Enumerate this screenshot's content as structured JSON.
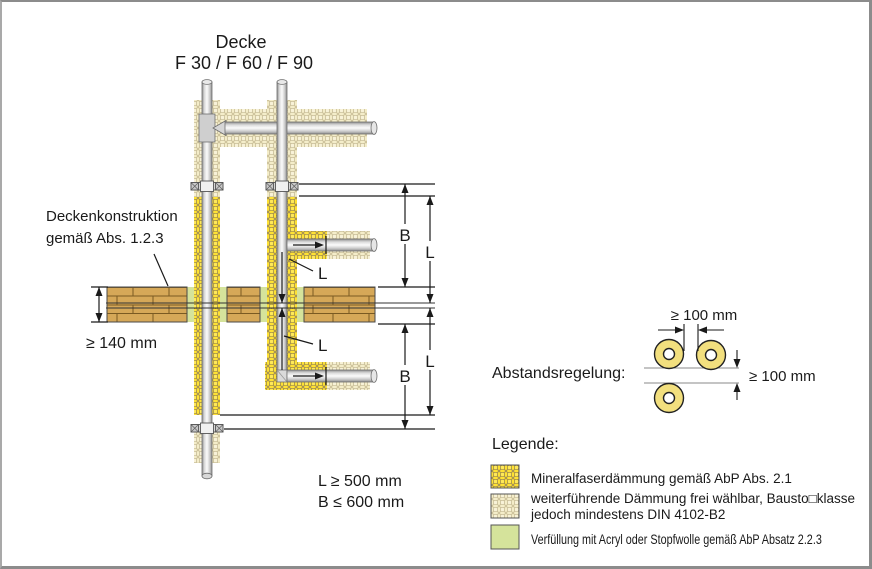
{
  "title": {
    "line1": "Decke",
    "line2": "F 30 / F 60 / F 90"
  },
  "labels": {
    "deckenkonstruktion_line1": "Deckenkonstruktion",
    "deckenkonstruktion_line2": "gemäß Abs. 1.2.3",
    "slab_min_thickness": "≥ 140 mm",
    "dim_b": "B",
    "dim_l": "L",
    "l_rule": "L ≥ 500 mm",
    "b_rule": "B ≤ 600 mm"
  },
  "spacing": {
    "heading": "Abstandsregelung:",
    "horizontal_clearance": "≥ 100 mm",
    "vertical_clearance": "≥ 100 mm"
  },
  "legend": {
    "heading": "Legende:",
    "items": [
      {
        "swatch": "mineral-fiber-insulation",
        "line1": "Mineralfaserdämmung gemäß AbP Abs. 2.1",
        "line2": ""
      },
      {
        "swatch": "free-choice-insulation",
        "line1": "weiterführende Dämmung frei wählbar, Bausto□klasse",
        "line2": "jedoch mindestens DIN 4102-B2"
      },
      {
        "swatch": "acrylic-fill",
        "line1": "Verfüllung mit Acryl  oder Stopfwolle gemäß AbP Absatz 2.2.3",
        "line2": ""
      }
    ]
  },
  "colors": {
    "mineral_yellow": "#ffe233",
    "pale_yellow": "#f4edc9",
    "acrylic_green": "#d5e39b",
    "wood": "#d6a858",
    "pipe_gray": "#c9c9c9",
    "line_dark": "#1a1a1a"
  }
}
